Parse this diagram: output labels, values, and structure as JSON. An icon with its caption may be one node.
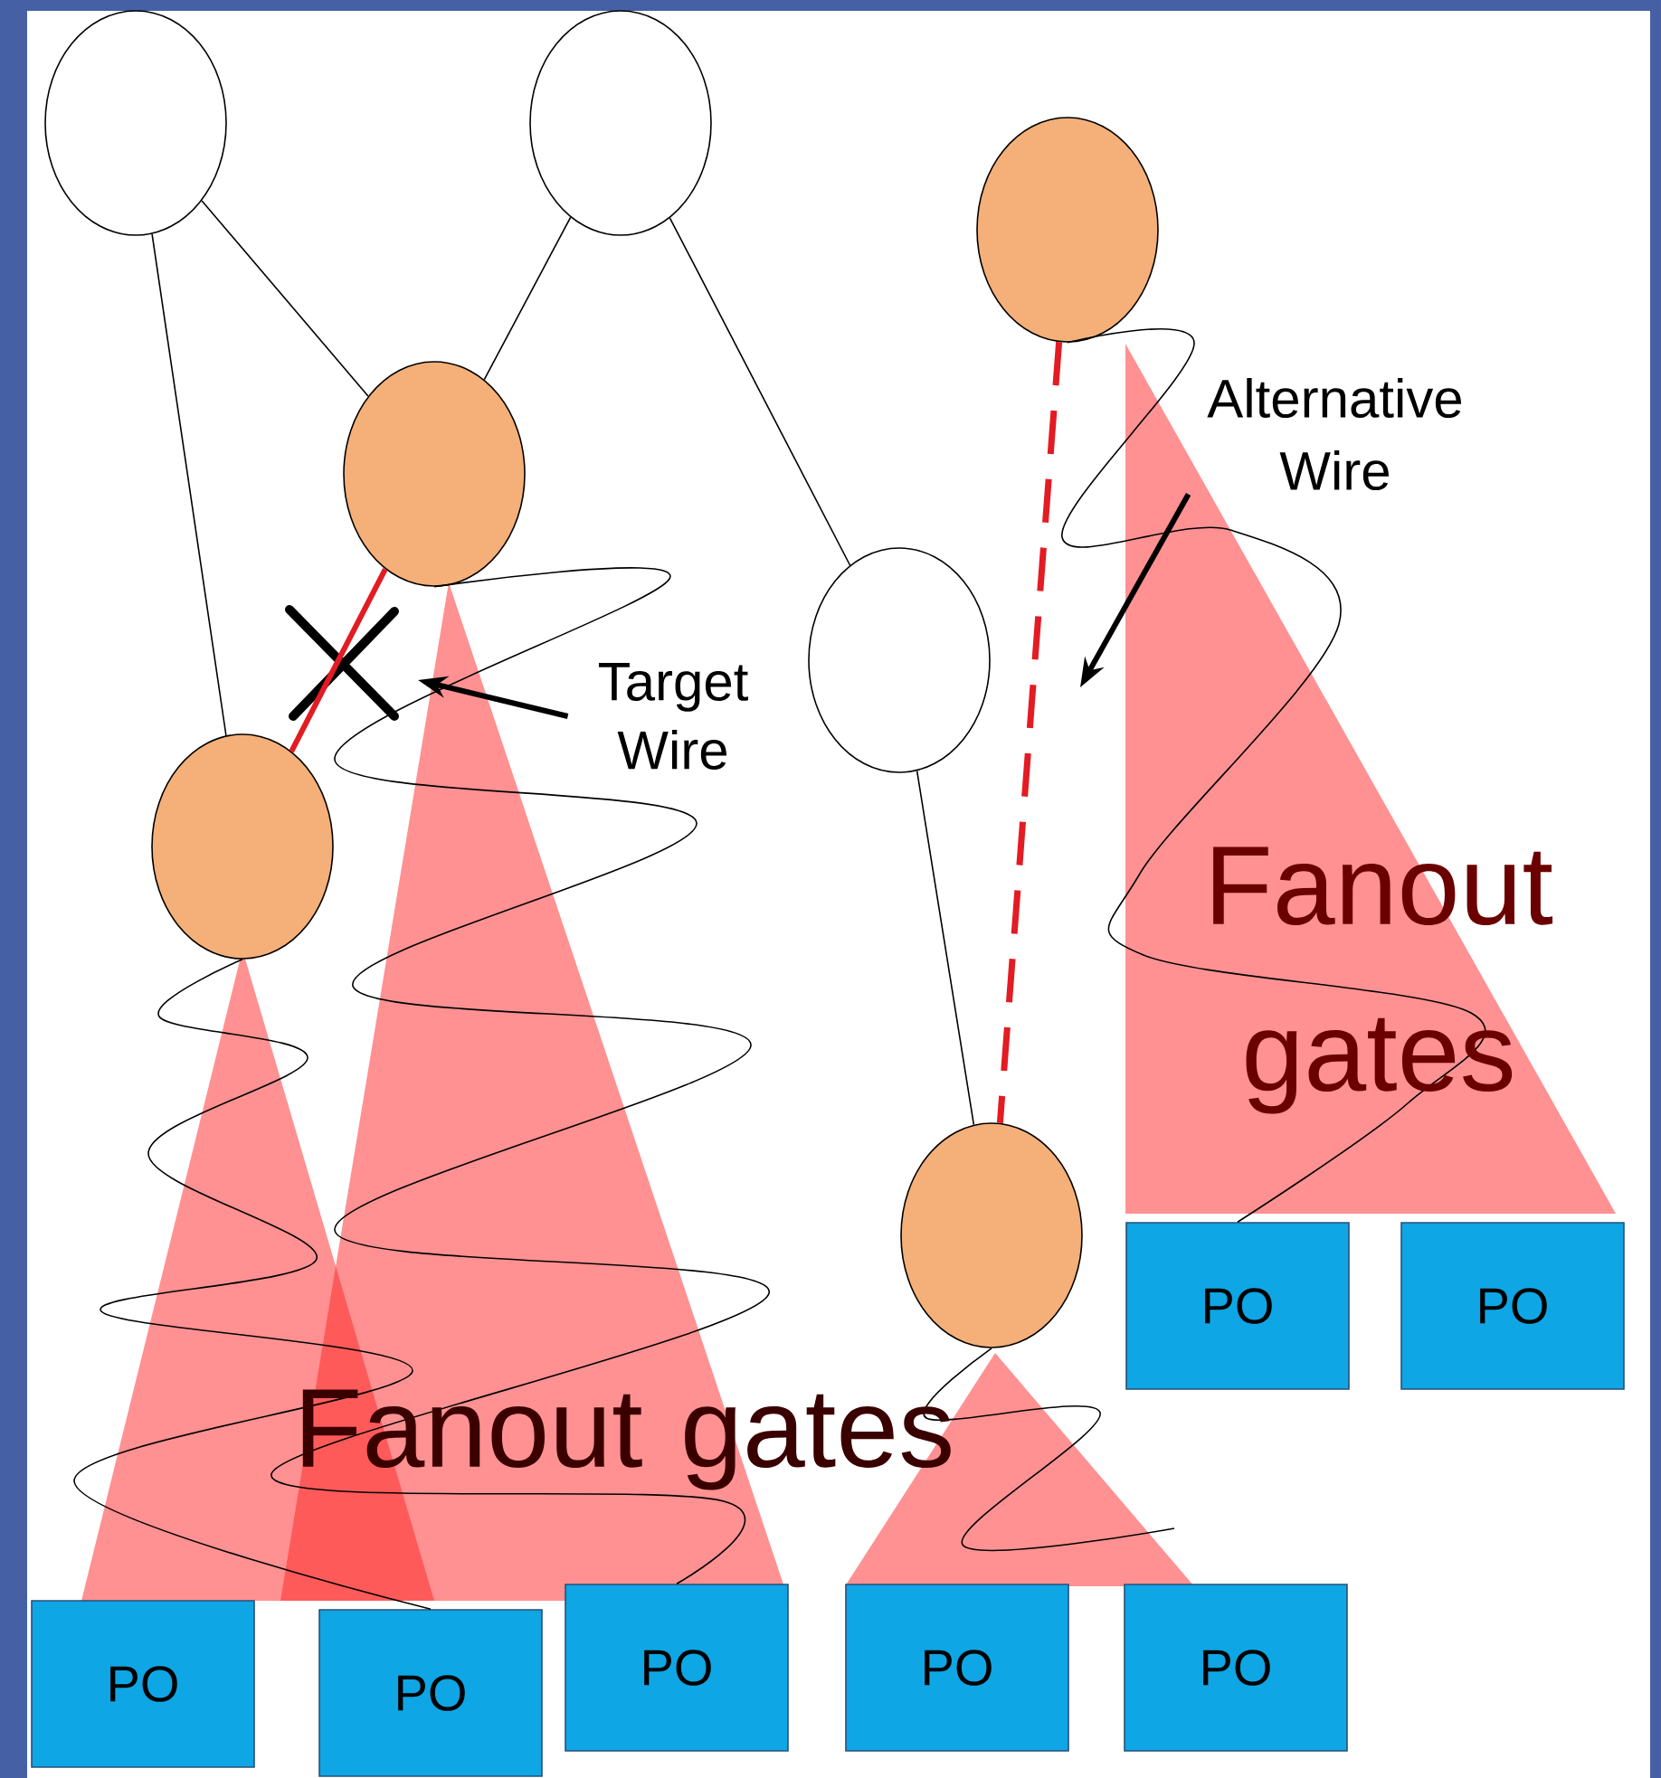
{
  "diagram": {
    "nodes": [
      {
        "text": [],
        "shape": "circle"
      },
      {
        "text": [],
        "shape": "circle"
      },
      {
        "text": [],
        "shape": "circle"
      },
      {
        "text": [],
        "shape": "circle"
      },
      {
        "text": [],
        "shape": "circle"
      },
      {
        "text": [],
        "shape": "circle"
      },
      {
        "text": [],
        "shape": "circle"
      },
      {
        "text": [
          "PO"
        ]
      },
      {
        "text": [
          "PO"
        ]
      },
      {
        "text": [
          "PO"
        ]
      },
      {
        "text": [
          "PO"
        ]
      },
      {
        "text": [
          "PO"
        ]
      },
      {
        "text": [
          "PO"
        ]
      },
      {
        "text": [
          "PO"
        ]
      },
      {
        "text": [
          "Target Wire"
        ]
      },
      {
        "text": [
          "Alternative Wire"
        ]
      }
    ],
    "edges": [
      {
        "from": 0,
        "to": 3,
        "arrow": "none"
      },
      {
        "from": 0,
        "to": 2,
        "arrow": "none"
      },
      {
        "from": 1,
        "to": 2,
        "arrow": "none"
      },
      {
        "from": 1,
        "to": 4,
        "arrow": "none"
      },
      {
        "from": 4,
        "to": 6,
        "arrow": "none"
      },
      {
        "from": 2,
        "to": 3,
        "arrow": "none",
        "style": "thick",
        "color": "#e31b23"
      },
      {
        "from": 5,
        "to": 6,
        "arrow": "none",
        "style": "dashed",
        "color": "#e31b23"
      },
      {
        "from": 14,
        "to": null,
        "arrow": "to",
        "style": "thick"
      },
      {
        "from": 15,
        "to": null,
        "arrow": "to",
        "style": "thick"
      },
      {
        "from": 3,
        "to": 8,
        "arrow": "none"
      },
      {
        "from": 2,
        "to": 9,
        "arrow": "none"
      },
      {
        "from": 5,
        "to": 12,
        "arrow": "none"
      },
      {
        "from": 6,
        "to": null,
        "arrow": "none"
      }
    ],
    "labels": [
      "Fanout gates",
      "Fanout gates"
    ]
  }
}
